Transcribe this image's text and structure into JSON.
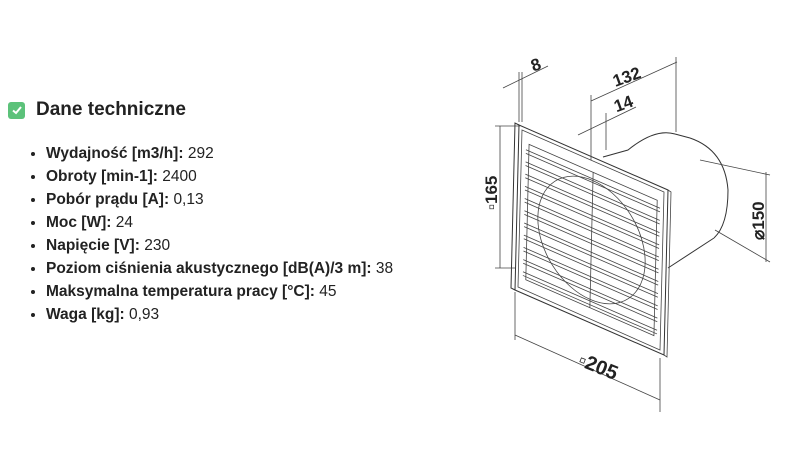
{
  "section": {
    "icon": "check-square-icon",
    "title": "Dane techniczne",
    "accent_color": "#5cc27a"
  },
  "specs": [
    {
      "label": "Wydajność [m3/h]:",
      "value": "292"
    },
    {
      "label": "Obroty [min-1]:",
      "value": "2400"
    },
    {
      "label": "Pobór prądu [A]:",
      "value": "0,13"
    },
    {
      "label": "Moc [W]:",
      "value": "24"
    },
    {
      "label": "Napięcie [V]:",
      "value": "230"
    },
    {
      "label": "Poziom ciśnienia akustycznego [dB(A)/3 m]:",
      "value": "38"
    },
    {
      "label": "Maksymalna temperatura pracy [°C]:",
      "value": "45"
    },
    {
      "label": "Waga [kg]:",
      "value": "0,93"
    }
  ],
  "drawing": {
    "dim_plate_depth": "8",
    "dim_total_depth": "132",
    "dim_offset": "14",
    "dim_height": "▫165",
    "dim_diameter": "⌀150",
    "dim_width": "▫205"
  }
}
